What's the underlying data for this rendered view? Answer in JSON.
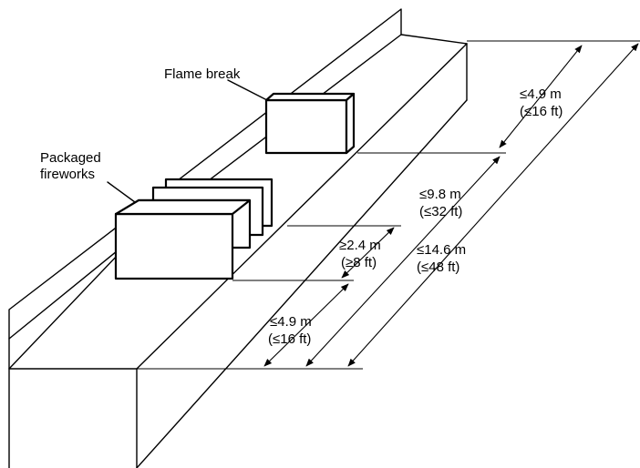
{
  "labels": {
    "flame_break": "Flame break",
    "packaged_fireworks_line1": "Packaged",
    "packaged_fireworks_line2": "fireworks"
  },
  "dimensions": [
    {
      "metric": "≤4.9 m",
      "imperial": "(≤16 ft)"
    },
    {
      "metric": "≤9.8 m",
      "imperial": "(≤32 ft)"
    },
    {
      "metric": "≥2.4 m",
      "imperial": "(≥8 ft)"
    },
    {
      "metric": "≤14.6 m",
      "imperial": "(≤48 ft)"
    },
    {
      "metric": "≤4.9 m",
      "imperial": "(≤16 ft)"
    }
  ]
}
